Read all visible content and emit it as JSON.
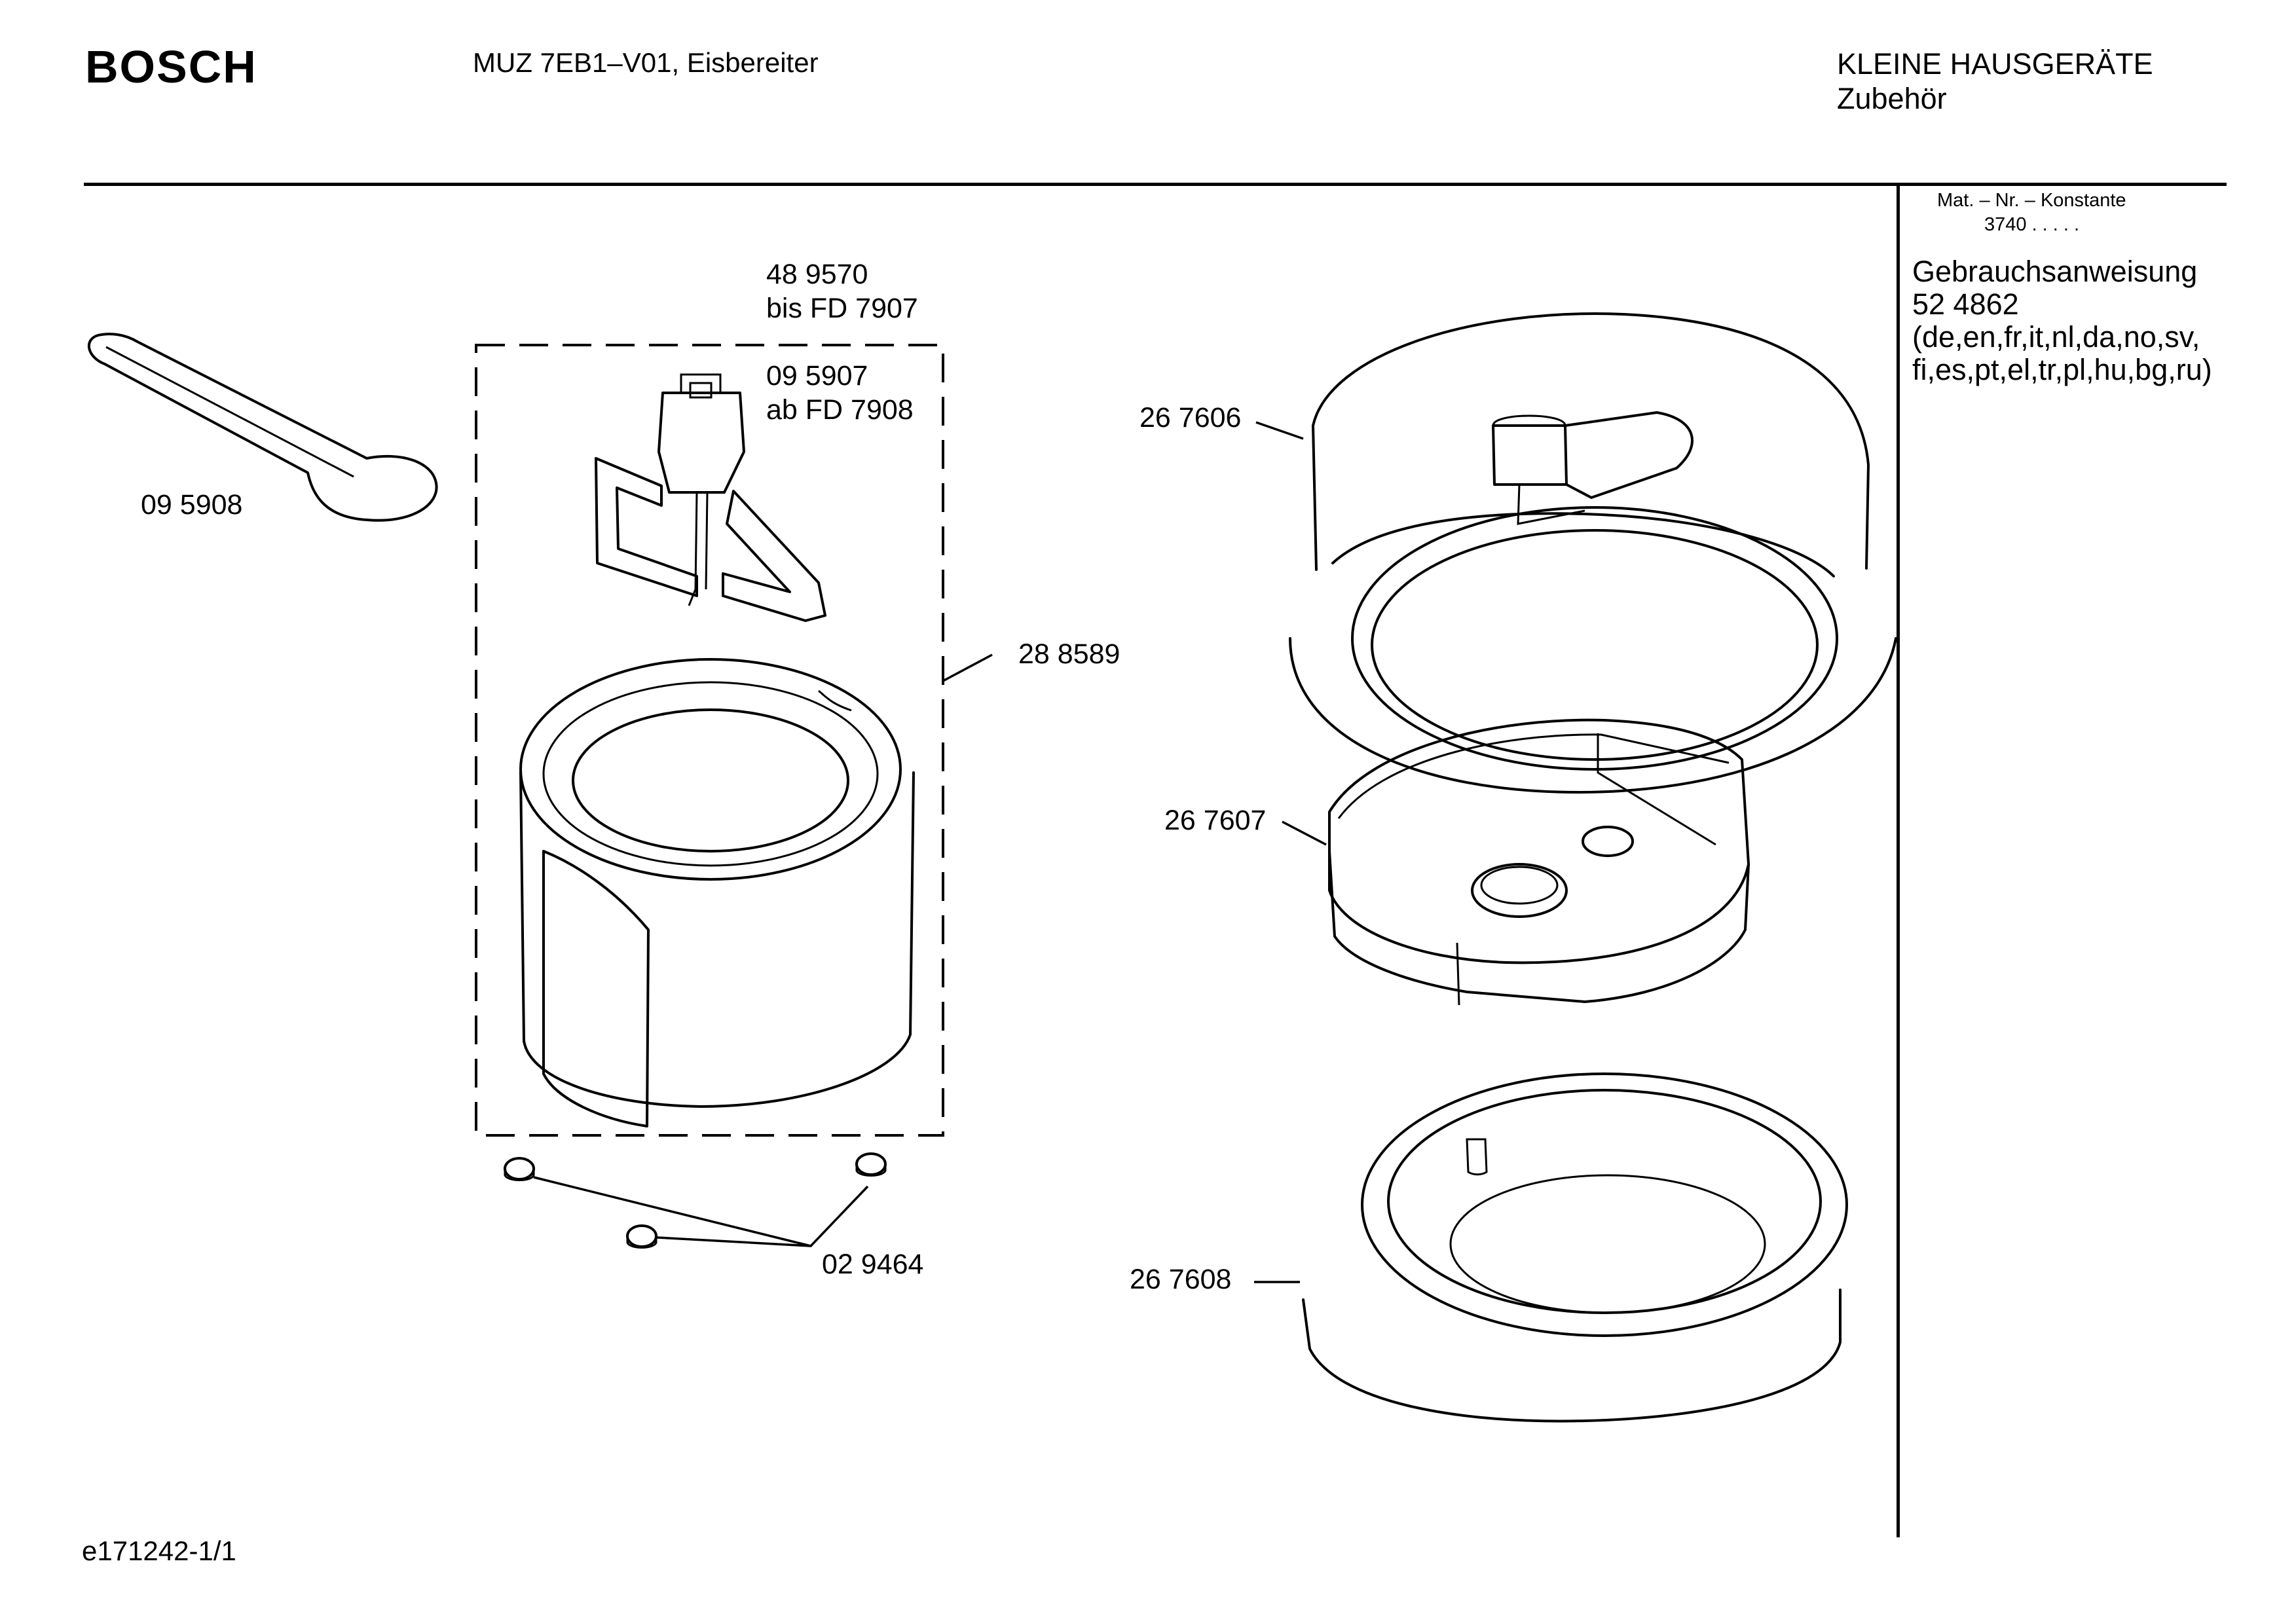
{
  "header": {
    "brand": "BOSCH",
    "model_title": "MUZ 7EB1–V01, Eisbereiter",
    "category_line1": "KLEINE HAUSGERÄTE",
    "category_line2": "Zubehör"
  },
  "sidebar": {
    "mat_label": "Mat. – Nr. – Konstante",
    "mat_value": "3740 .  .  .  .  .",
    "manual": {
      "title": "Gebrauchsanweisung",
      "number": "52 4862",
      "languages_line1": "(de,en,fr,it,nl,da,no,sv,",
      "languages_line2": "fi,es,pt,el,tr,pl,hu,bg,ru)"
    }
  },
  "parts": {
    "spoon": "09 5908",
    "paddle_old_number": "48 9570",
    "paddle_old_range": "bis FD 7907",
    "paddle_new_number": "09 5907",
    "paddle_new_range": "ab FD 7908",
    "container_set": "28 8589",
    "feet": "02 9464",
    "lid": "26 7606",
    "motor_unit": "26 7607",
    "base_ring": "26 7608"
  },
  "footer": {
    "drawing_id": "e171242-1/1"
  },
  "icons": {
    "brand_logo": "bosch-wordmark"
  }
}
